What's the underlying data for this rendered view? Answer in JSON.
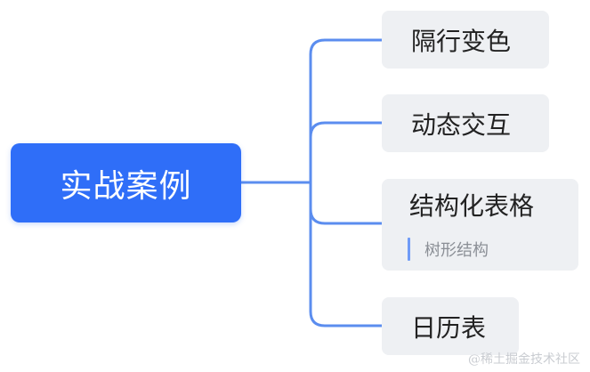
{
  "mindmap": {
    "root": {
      "label": "实战案例"
    },
    "children": [
      {
        "label": "隔行变色"
      },
      {
        "label": "动态交互"
      },
      {
        "label": "结构化表格",
        "note": "树形结构"
      },
      {
        "label": "日历表"
      }
    ]
  },
  "watermark": "@稀土掘金技术社区",
  "colors": {
    "root_fill": "#2f6ef8",
    "connector": "#5b8def",
    "child_fill": "#eef0f3",
    "note_bar": "#6f9bf7"
  }
}
